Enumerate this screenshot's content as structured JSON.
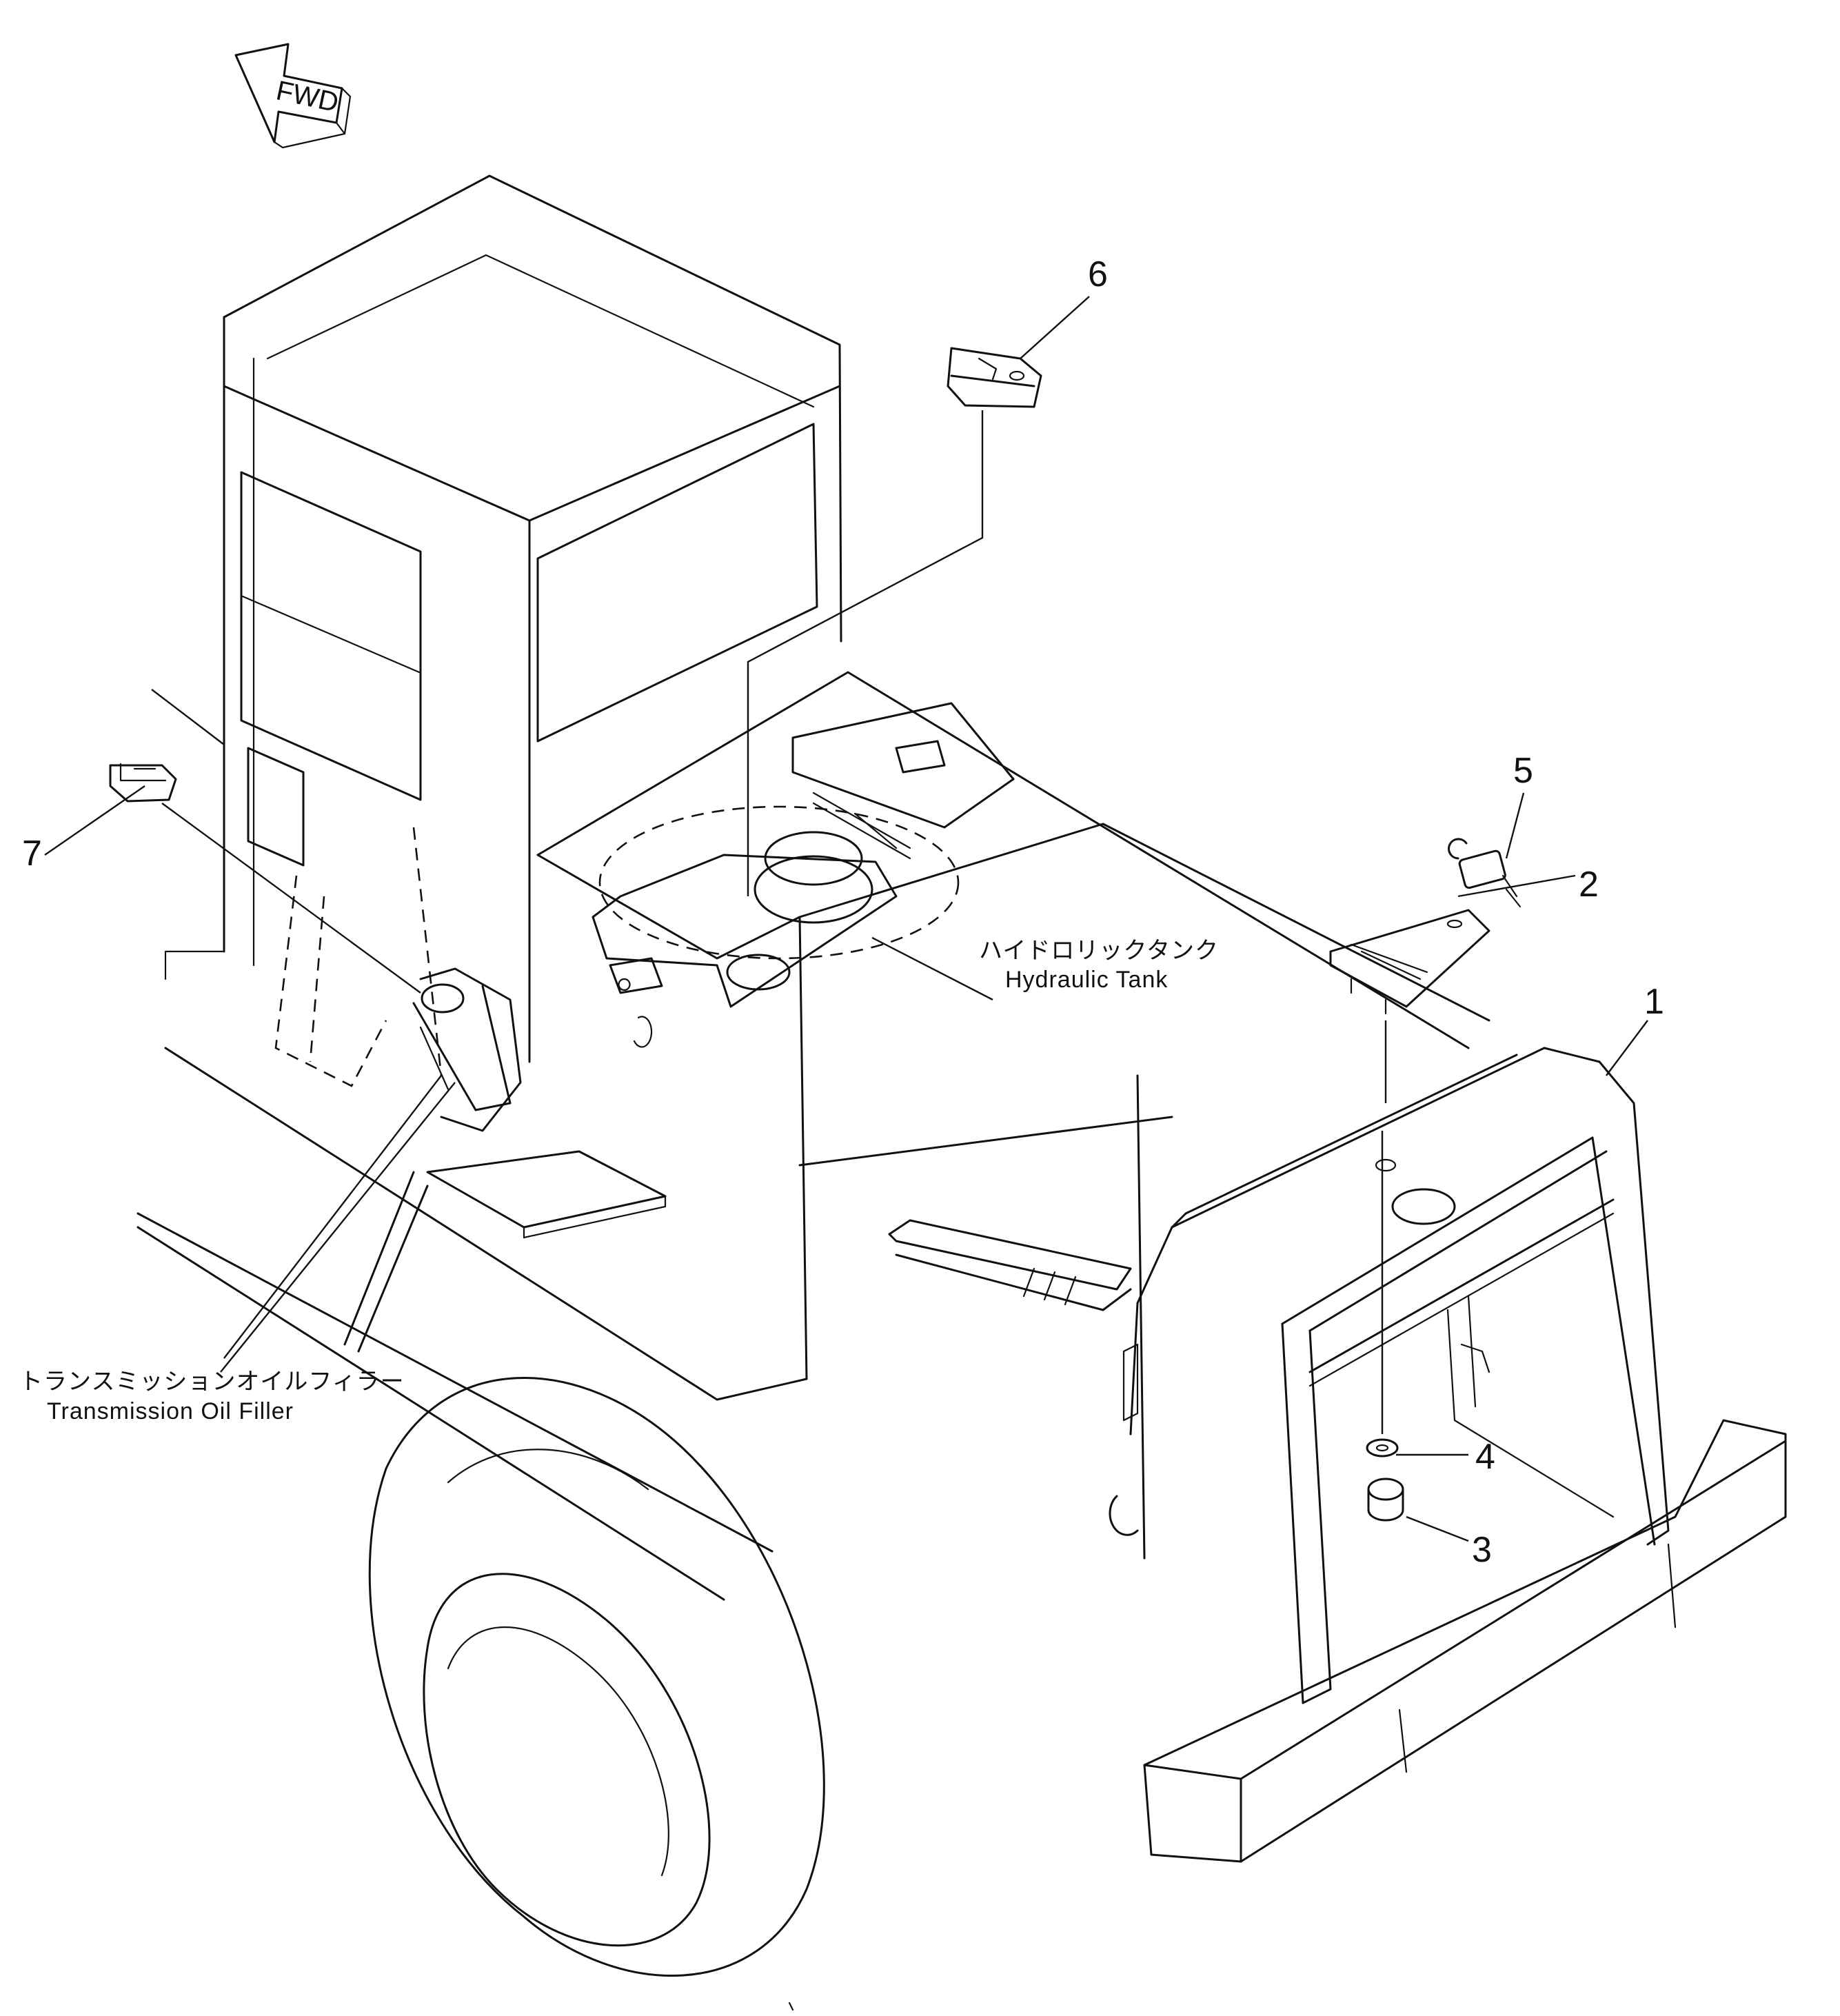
{
  "orientation_arrow": {
    "text": "FWD"
  },
  "part_numbers": [
    "1",
    "2",
    "3",
    "4",
    "5",
    "6",
    "7"
  ],
  "labels": {
    "hydraulic_tank_jp": "ハイドロリックタンク",
    "hydraulic_tank_en": "Hydraulic Tank",
    "transmission_filler_jp": "トランスミッションオイルフィラー",
    "transmission_filler_en": "Transmission Oil Filler"
  }
}
